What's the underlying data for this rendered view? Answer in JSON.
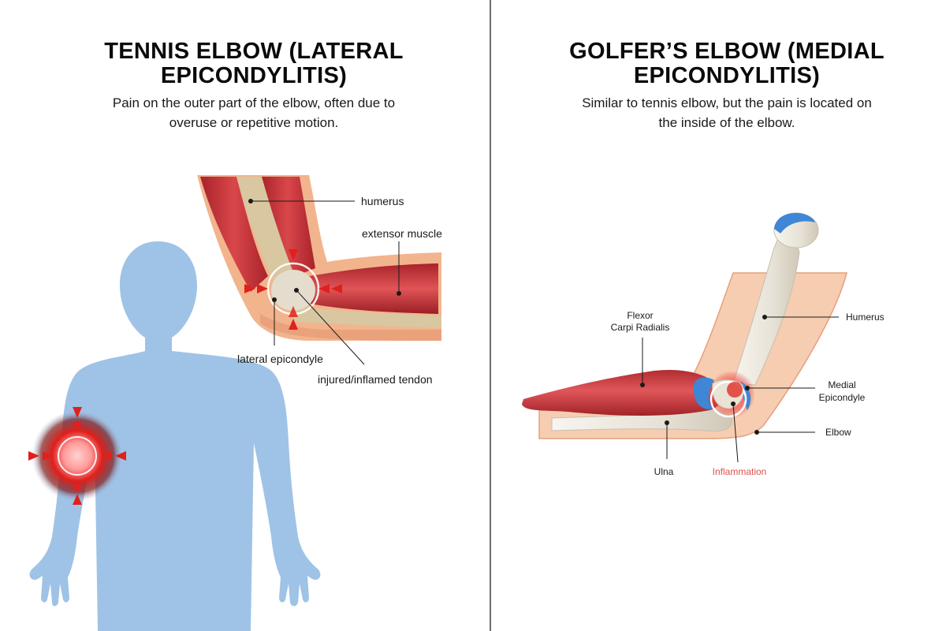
{
  "left": {
    "title_line1": "TENNIS ELBOW (LATERAL",
    "title_line2": "EPICONDYLITIS)",
    "subtitle_line1": "Pain on the outer part of the elbow, often due to",
    "subtitle_line2": "overuse or repetitive motion.",
    "labels": {
      "humerus": "humerus",
      "extensor_muscle": "extensor muscle",
      "lateral_epicondyle": "lateral epicondyle",
      "tendon": "injured/inflamed tendon"
    }
  },
  "right": {
    "title_line1": "GOLFER’S ELBOW (MEDIAL",
    "title_line2": "EPICONDYLITIS)",
    "subtitle_line1": "Similar to tennis elbow, but the pain is located on",
    "subtitle_line2": "the inside of the elbow.",
    "labels": {
      "flexor_line1": "Flexor",
      "flexor_line2": "Carpi Radialis",
      "humerus": "Humerus",
      "medial_line1": "Medial",
      "medial_line2": "Epicondyle",
      "elbow": "Elbow",
      "ulna": "Ulna",
      "inflammation": "Inflammation"
    }
  },
  "colors": {
    "body_blue": "#9fc3e6",
    "muscle_red": "#c9383a",
    "skin": "#f2b48d",
    "bone": "#ece8df",
    "cartilage_blue": "#3f86d6",
    "pain_red": "#e0201c",
    "inflammation_text": "#d9534f"
  }
}
